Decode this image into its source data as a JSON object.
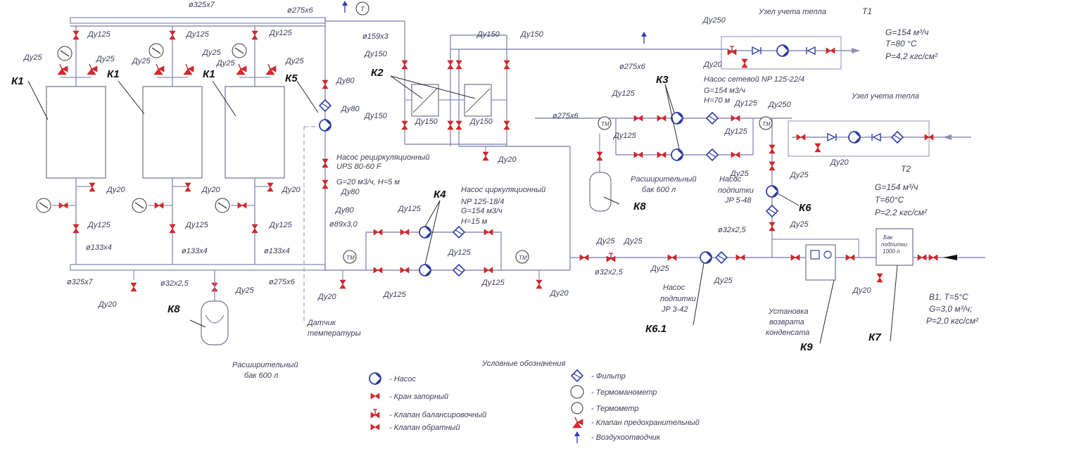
{
  "labels": {
    "k1": "К1",
    "k2": "К2",
    "k3": "К3",
    "k4": "К4",
    "k5": "К5",
    "k6": "К6",
    "k61": "К6.1",
    "k7": "К7",
    "k8": "К8",
    "k9": "К9",
    "d325x7": "ø325x7",
    "d275x6": "ø275x6",
    "d159x3": "ø159x3",
    "d133x4": "ø133x4",
    "d89x3": "ø89x3,0",
    "d32x25": "ø32x2,5",
    "du125": "Ду125",
    "du25": "Ду25",
    "du20": "Ду20",
    "du80": "Ду80",
    "du150": "Ду150",
    "du250": "Ду250",
    "recirc_pump": "Насос рециркуляционный",
    "recirc_model": "UPS 80-60 F",
    "recirc_params": "G=20 м3/ч, H=5 м",
    "circ_pump": "Насос циркуляционный",
    "circ_model": "NP 125-18/4",
    "circ_g": "G=154 м3/ч",
    "circ_h": "H=15 м",
    "net_pump": "Насос сетевой NP 125-22/4",
    "net_g": "G=154 м3/ч",
    "net_h": "H=70 м",
    "heat_meter": "Узел учета тепла",
    "t1": "Т1",
    "t1_g": "G=154 м³/ч",
    "t1_t": "T=80 °С",
    "t1_p": "P=4,2 кгс/см²",
    "t2": "Т2",
    "t2_g": "G=154 м³/ч",
    "t2_t": "T=60°С",
    "t2_p": "P=2,2 кгс/см²",
    "exp_tank": "Расширительный",
    "exp_tank2": "бак 600 л",
    "makeup_pump": "Насос",
    "makeup_pump2": "подпитки",
    "makeup_model1": "JP 5-48",
    "makeup_model2": "JP 3-42",
    "makeup_tank": "Бак",
    "makeup_tank2": "подпитки",
    "makeup_tank3": "1000 л",
    "return_unit": "Установка",
    "return_unit2": "возврата",
    "return_unit3": "конденсата",
    "b1": "В1, Т=5°С",
    "b1_g": "G=3,0 м³/ч;",
    "b1_p": "P=2,0 кгс/см²",
    "sensor": "Датчик",
    "sensor2": "температуры",
    "tm": "ТМ",
    "t": "Т"
  },
  "legend": {
    "title": "Условные обозначения",
    "items": [
      "- Насос",
      "- Кран запорный",
      "- Клапан балансировочный",
      "- Клапан обратный",
      "- Фильтр",
      "- Термоманометр",
      "- Термометр",
      "- Клапан предохранительный",
      "- Воздухоотводчик"
    ]
  },
  "colors": {
    "pipe": "#8a8fb8",
    "valve": "#e0252b",
    "pump": "#2f3fa8"
  }
}
